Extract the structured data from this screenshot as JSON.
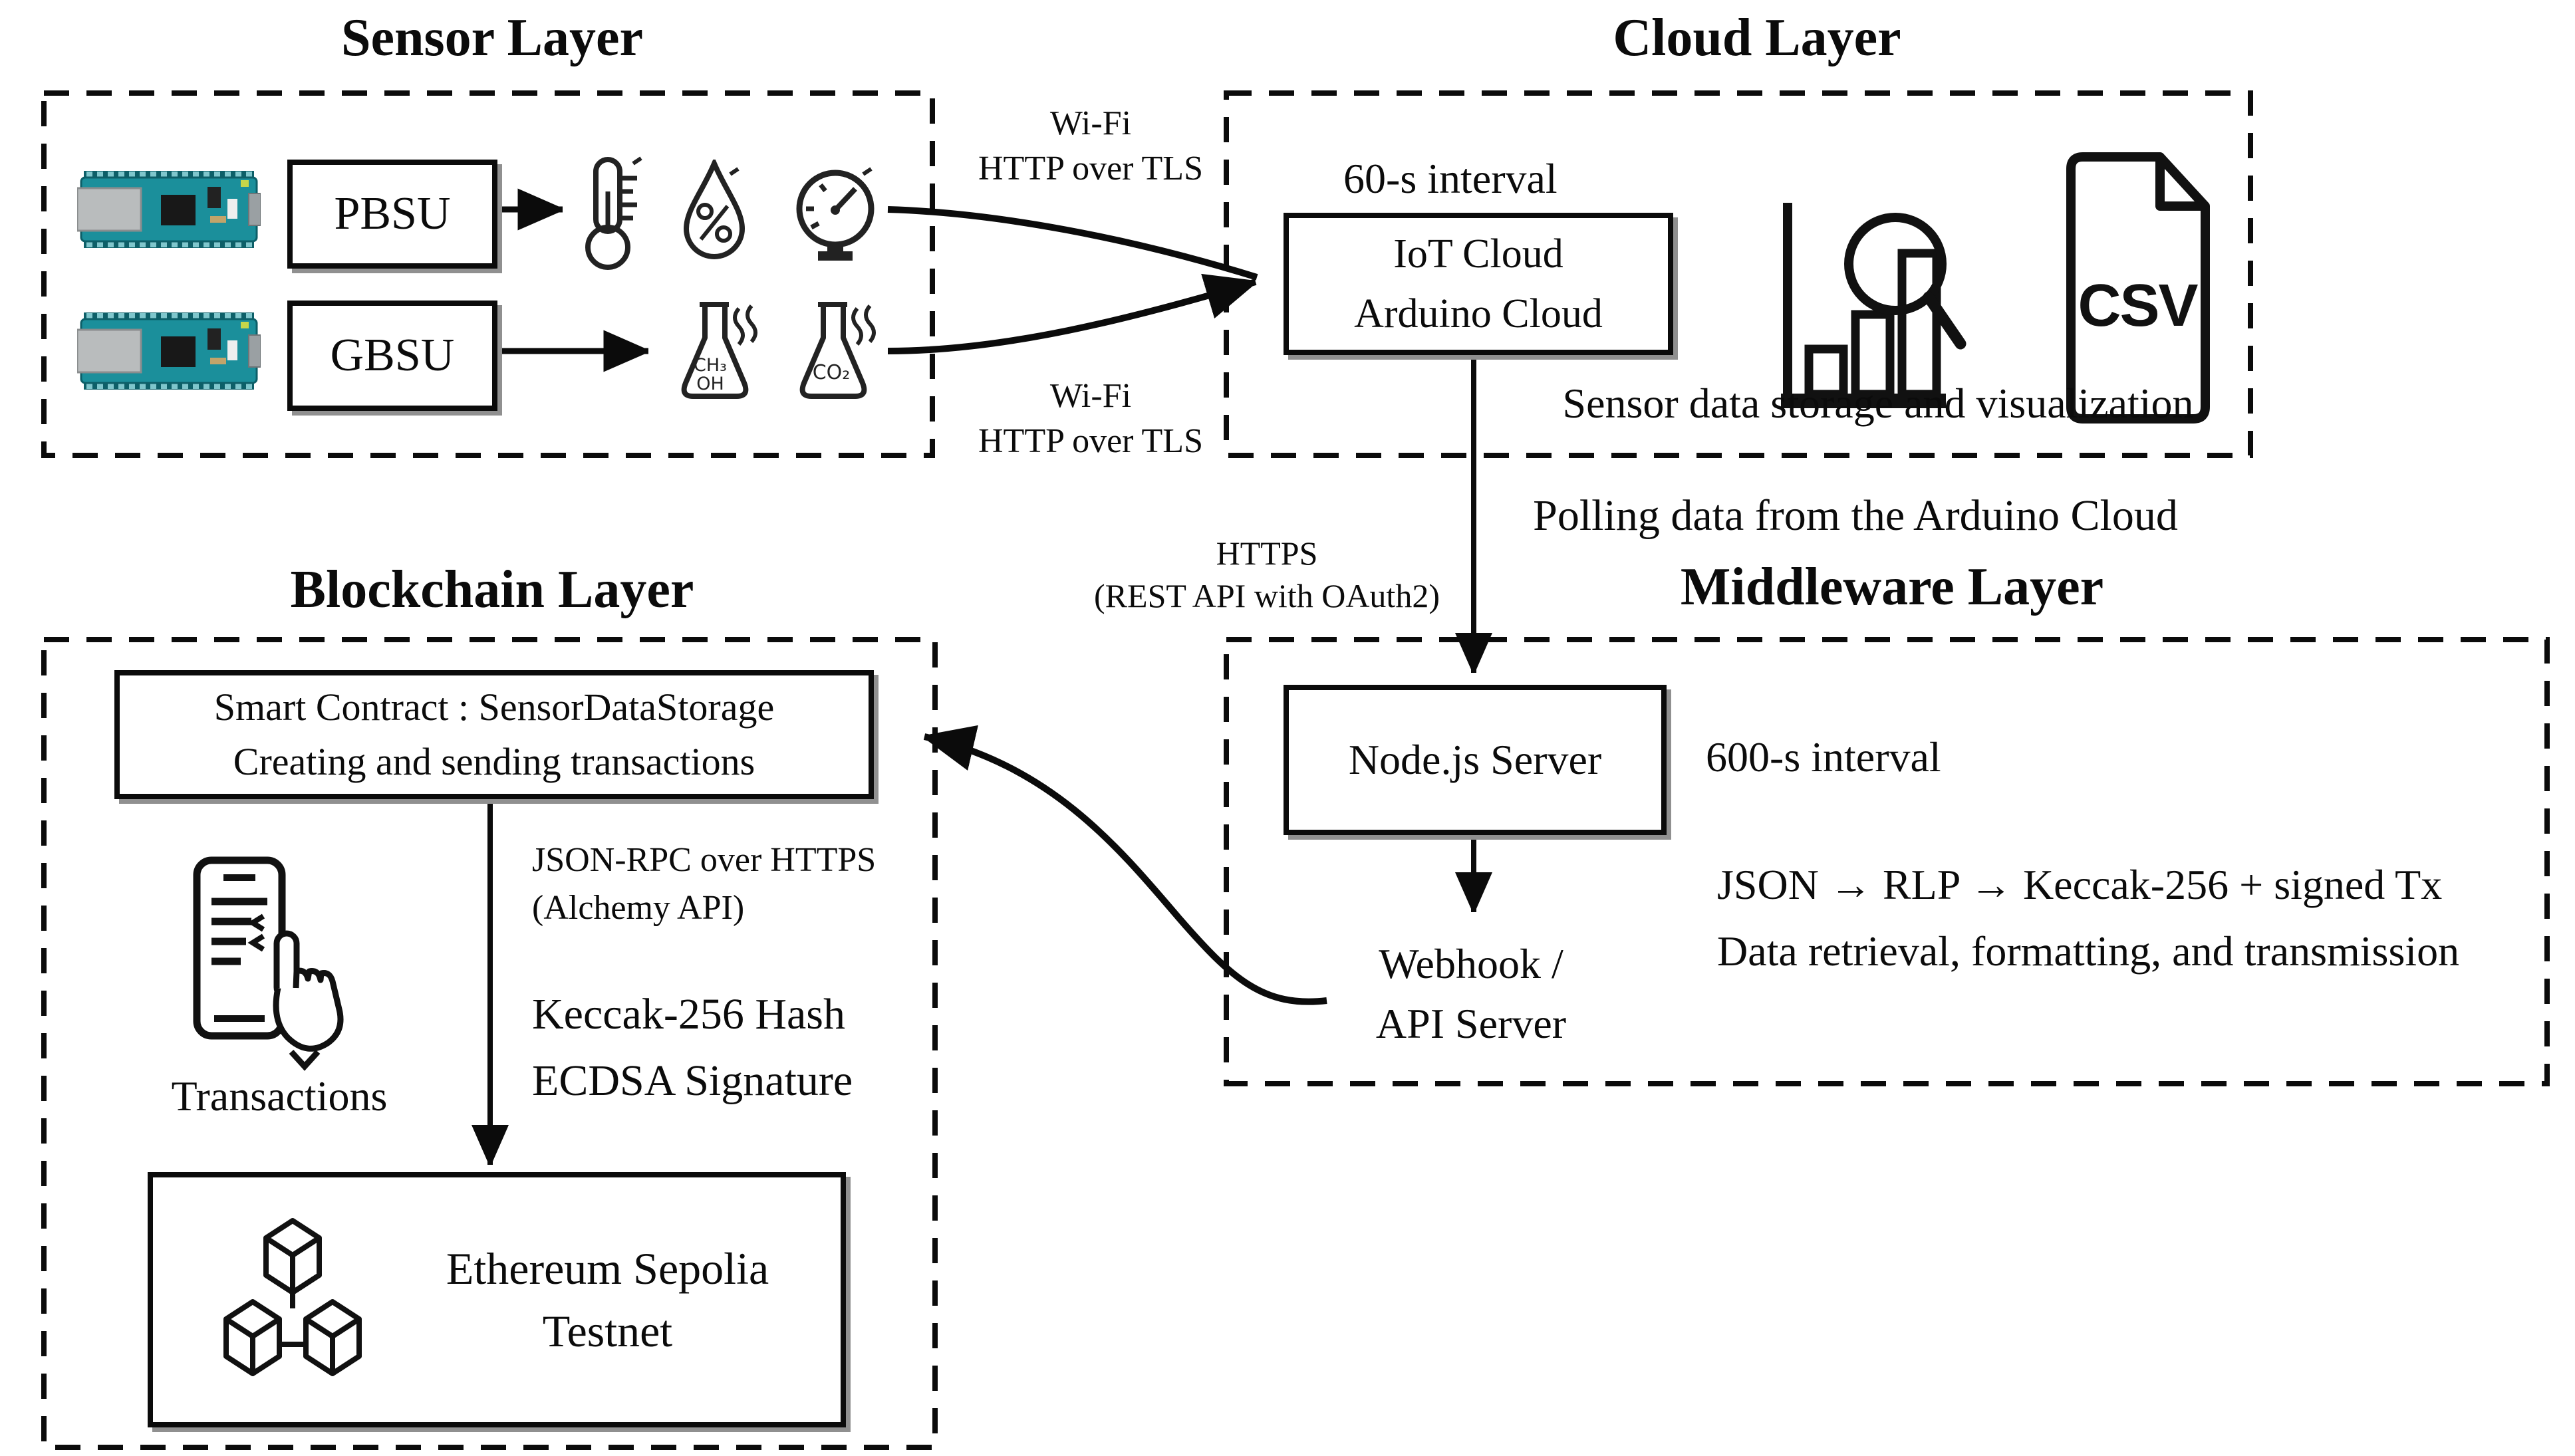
{
  "colors": {
    "ink": "#0b0b0b",
    "board_teal": "#1b8f9b",
    "board_dark": "#0d5f68",
    "module_silver": "#b9bcbd",
    "usb_gray": "#9aa0a3",
    "led_green": "#c6d64a",
    "shadow_gray": "#909090"
  },
  "layers": {
    "sensor": {
      "title": "Sensor Layer"
    },
    "cloud": {
      "title": "Cloud Layer"
    },
    "middleware": {
      "title": "Middleware Layer"
    },
    "blockchain": {
      "title": "Blockchain Layer"
    }
  },
  "sensor": {
    "pbsu_label": "PBSU",
    "gbsu_label": "GBSU",
    "flask1_line1": "CH₃",
    "flask1_line2": "OH",
    "flask2_label": "CO₂"
  },
  "links": {
    "wifi_top_line1": "Wi-Fi",
    "wifi_top_line2": "HTTP over TLS",
    "wifi_bottom_line1": "Wi-Fi",
    "wifi_bottom_line2": "HTTP over TLS",
    "polling": "Polling data from the Arduino Cloud",
    "https_line1": "HTTPS",
    "https_line2": "(REST API with OAuth2)",
    "jsonrpc_line1": "JSON-RPC over HTTPS",
    "jsonrpc_line2": "(Alchemy API)"
  },
  "cloud": {
    "interval": "60-s interval",
    "iot_box_line1": "IoT Cloud",
    "iot_box_line2": "Arduino Cloud",
    "csv_label": "CSV",
    "caption": "Sensor data storage and visualization"
  },
  "middleware": {
    "node_box": "Node.js Server",
    "interval": "600-s interval",
    "webhook_line1": "Webhook /",
    "webhook_line2": "API Server",
    "pipeline": "JSON → RLP → Keccak-256 + signed Tx",
    "caption": "Data retrieval, formatting, and transmission"
  },
  "blockchain": {
    "contract_line1": "Smart Contract : SensorDataStorage",
    "contract_line2": "Creating and sending transactions",
    "hash": "Keccak-256 Hash",
    "signature": "ECDSA Signature",
    "transactions_label": "Transactions",
    "ethereum_line1": "Ethereum Sepolia",
    "ethereum_line2": "Testnet"
  }
}
